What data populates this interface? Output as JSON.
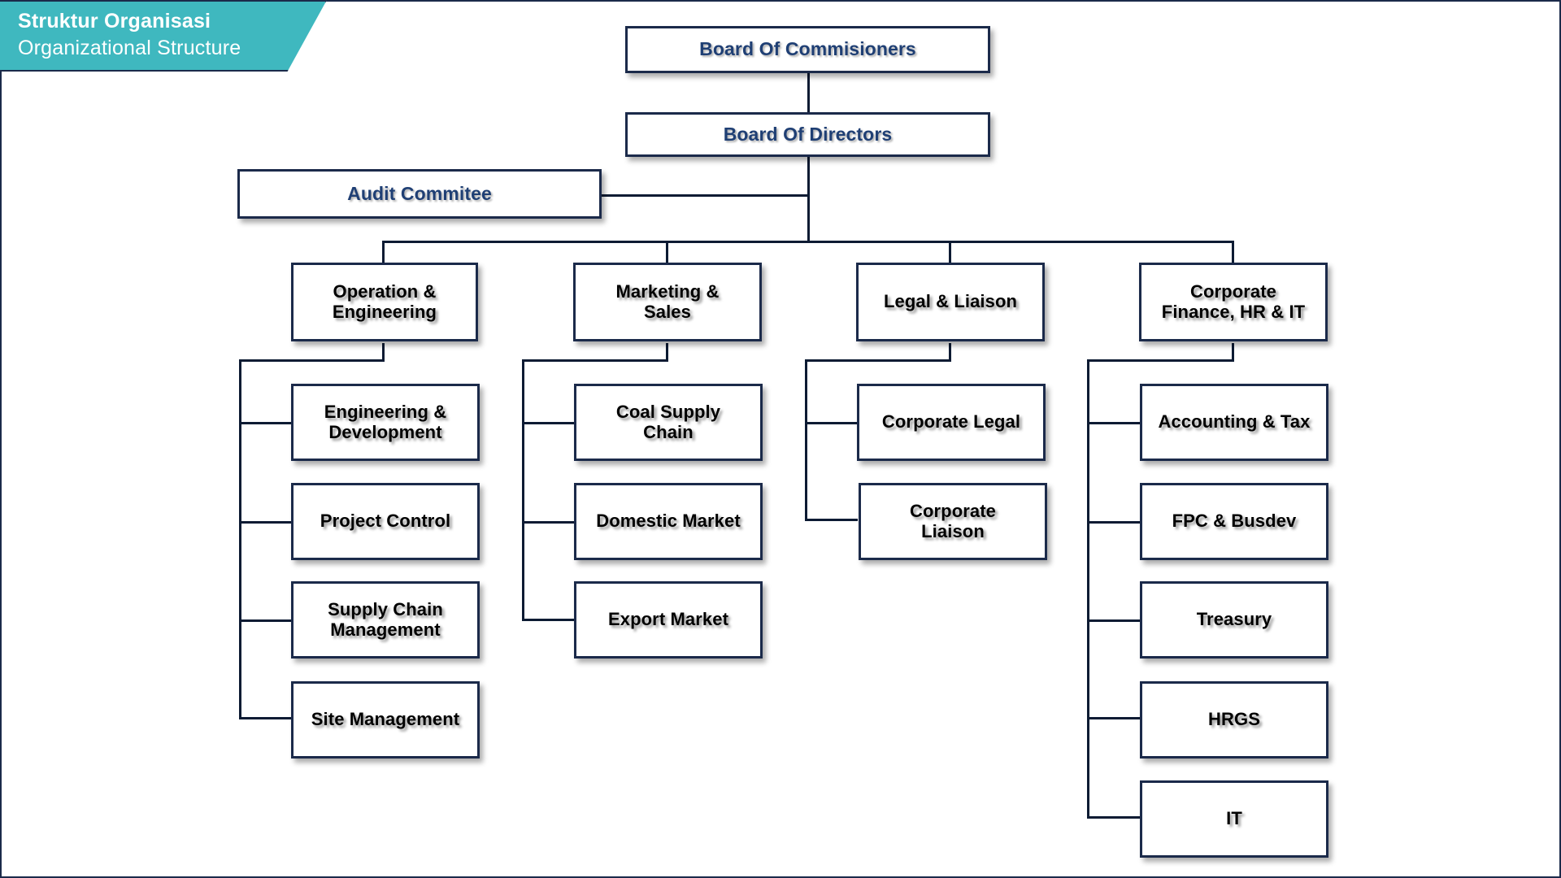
{
  "banner": {
    "title_id": "Struktur Organisasi",
    "title_en": "Organizational Structure",
    "fill_color": "#3fb8bf",
    "outline_color": "#1b2a4a"
  },
  "theme": {
    "box_border": "#1b2a4a",
    "connector": "#0d1b33",
    "top_text": "#1f3f74",
    "node_text": "#000000",
    "background": "#ffffff"
  },
  "chart_data": {
    "type": "diagram",
    "title": "Struktur Organisasi / Organizational Structure",
    "orientation": "top-down org chart",
    "levels": 3
  },
  "nodes": {
    "board_of_commisioners": "Board Of Commisioners",
    "board_of_directors": "Board Of Directors",
    "audit_commitee": "Audit Commitee",
    "div_operation": "Operation &\nEngineering",
    "div_operation_l1": "Operation &",
    "div_operation_l2": "Engineering",
    "div_marketing_l1": "Marketing &",
    "div_marketing_l2": "Sales",
    "div_legal": "Legal & Liaison",
    "div_corpfin_l1": "Corporate",
    "div_corpfin_l2": "Finance, HR & IT",
    "op_1_l1": "Engineering &",
    "op_1_l2": "Development",
    "op_2": "Project Control",
    "op_3_l1": "Supply Chain",
    "op_3_l2": "Management",
    "op_4": "Site Management",
    "mk_1_l1": "Coal Supply",
    "mk_1_l2": "Chain",
    "mk_2": "Domestic Market",
    "mk_3": "Export Market",
    "lg_1": "Corporate Legal",
    "lg_2_l1": "Corporate",
    "lg_2_l2": "Liaison",
    "cf_1": "Accounting & Tax",
    "cf_2": "FPC & Busdev",
    "cf_3": "Treasury",
    "cf_4": "HRGS",
    "cf_5": "IT"
  }
}
